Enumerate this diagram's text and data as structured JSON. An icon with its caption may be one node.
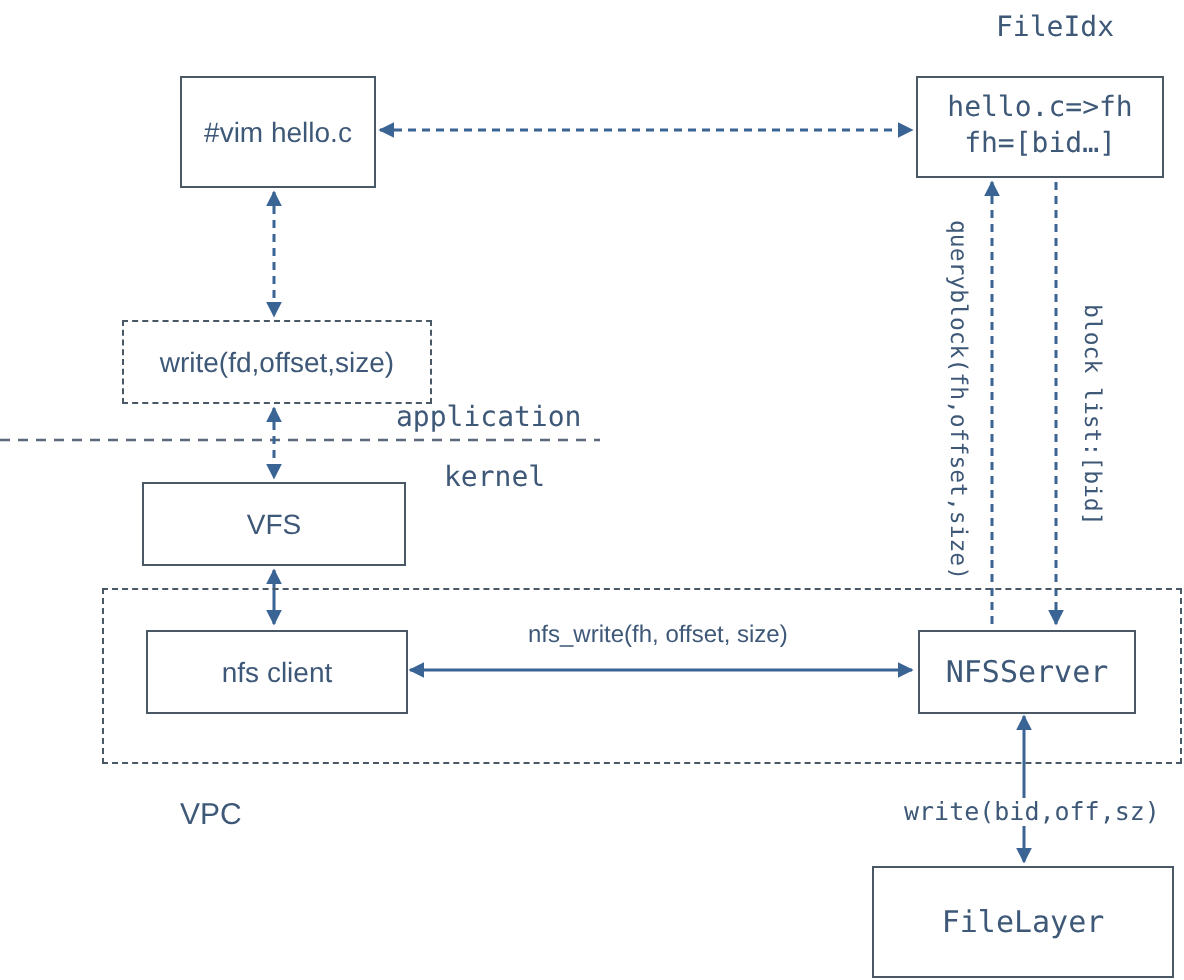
{
  "diagram": {
    "nodes": [
      {
        "text": [
          "#vim hello.c"
        ]
      },
      {
        "text": [
          "FileIdx",
          "hello.c=>fh fh=[bid…]"
        ]
      },
      {
        "text": [
          "write(fd,offset,size)"
        ]
      },
      {
        "text": [
          "VFS"
        ]
      },
      {
        "text": [
          "VPC"
        ]
      },
      {
        "text": [
          "nfs client"
        ],
        "in": 4
      },
      {
        "text": [
          "NFSServer"
        ],
        "in": 4
      },
      {
        "text": [
          "FileLayer"
        ]
      }
    ],
    "edges": [
      {
        "from": 0,
        "to": 1,
        "arrow": "both",
        "style": "dashed"
      },
      {
        "from": 0,
        "to": 2,
        "arrow": "both",
        "style": "dashed"
      },
      {
        "from": 2,
        "to": 3,
        "arrow": "both",
        "style": "dashed"
      },
      {
        "from": 3,
        "to": 5,
        "arrow": "both"
      },
      {
        "from": 6,
        "to": 5,
        "arrow": "both",
        "label": "nfs_write(fh, offset, size)"
      },
      {
        "from": 6,
        "to": 1,
        "arrow": "to",
        "style": "dashed",
        "label": "queryblock(fh,offset,size)"
      },
      {
        "from": 1,
        "to": 6,
        "arrow": "to",
        "style": "dashed",
        "label": "block list:[bid]"
      },
      {
        "from": 6,
        "to": 7,
        "arrow": "both",
        "label": "write(bid,off,sz)"
      }
    ],
    "labels": [
      "application",
      "kernel"
    ]
  }
}
